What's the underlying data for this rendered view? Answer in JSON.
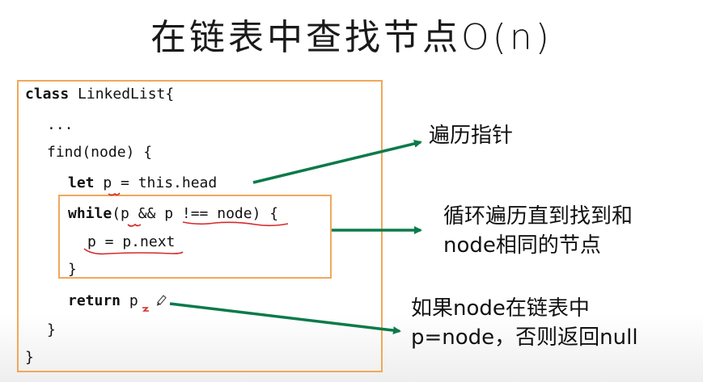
{
  "title": "在链表中查找节点O(n)",
  "code": {
    "line1_kw": "class",
    "line1_rest": " LinkedList{",
    "line2": "...",
    "line3": "find(node) {",
    "line4_kw": "let",
    "line4_rest": " p = this.head",
    "line5_kw": "while",
    "line5_rest": "(p && p !== node) {",
    "line6": "p = p.next",
    "line7": "}",
    "line8_kw": "return",
    "line8_rest": " p",
    "line9": "}",
    "line10": "}"
  },
  "annotations": {
    "note1": "遍历指针",
    "note2_line1": "循环遍历直到找到和",
    "note2_line2": "node相同的节点",
    "note3_line1": "如果node在链表中",
    "note3_line2": "p=node，否则返回null"
  },
  "colors": {
    "box_border": "#f0a85a",
    "arrow": "#0b7a4a",
    "underline": "#d62a2a"
  }
}
